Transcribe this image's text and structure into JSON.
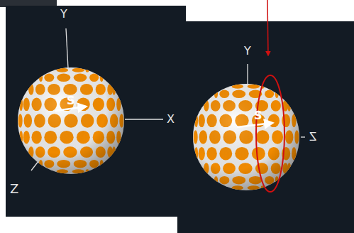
{
  "diagram": {
    "labels": [
      "Y",
      "X",
      "Z",
      "S",
      "Y",
      "Z",
      "S"
    ]
  }
}
